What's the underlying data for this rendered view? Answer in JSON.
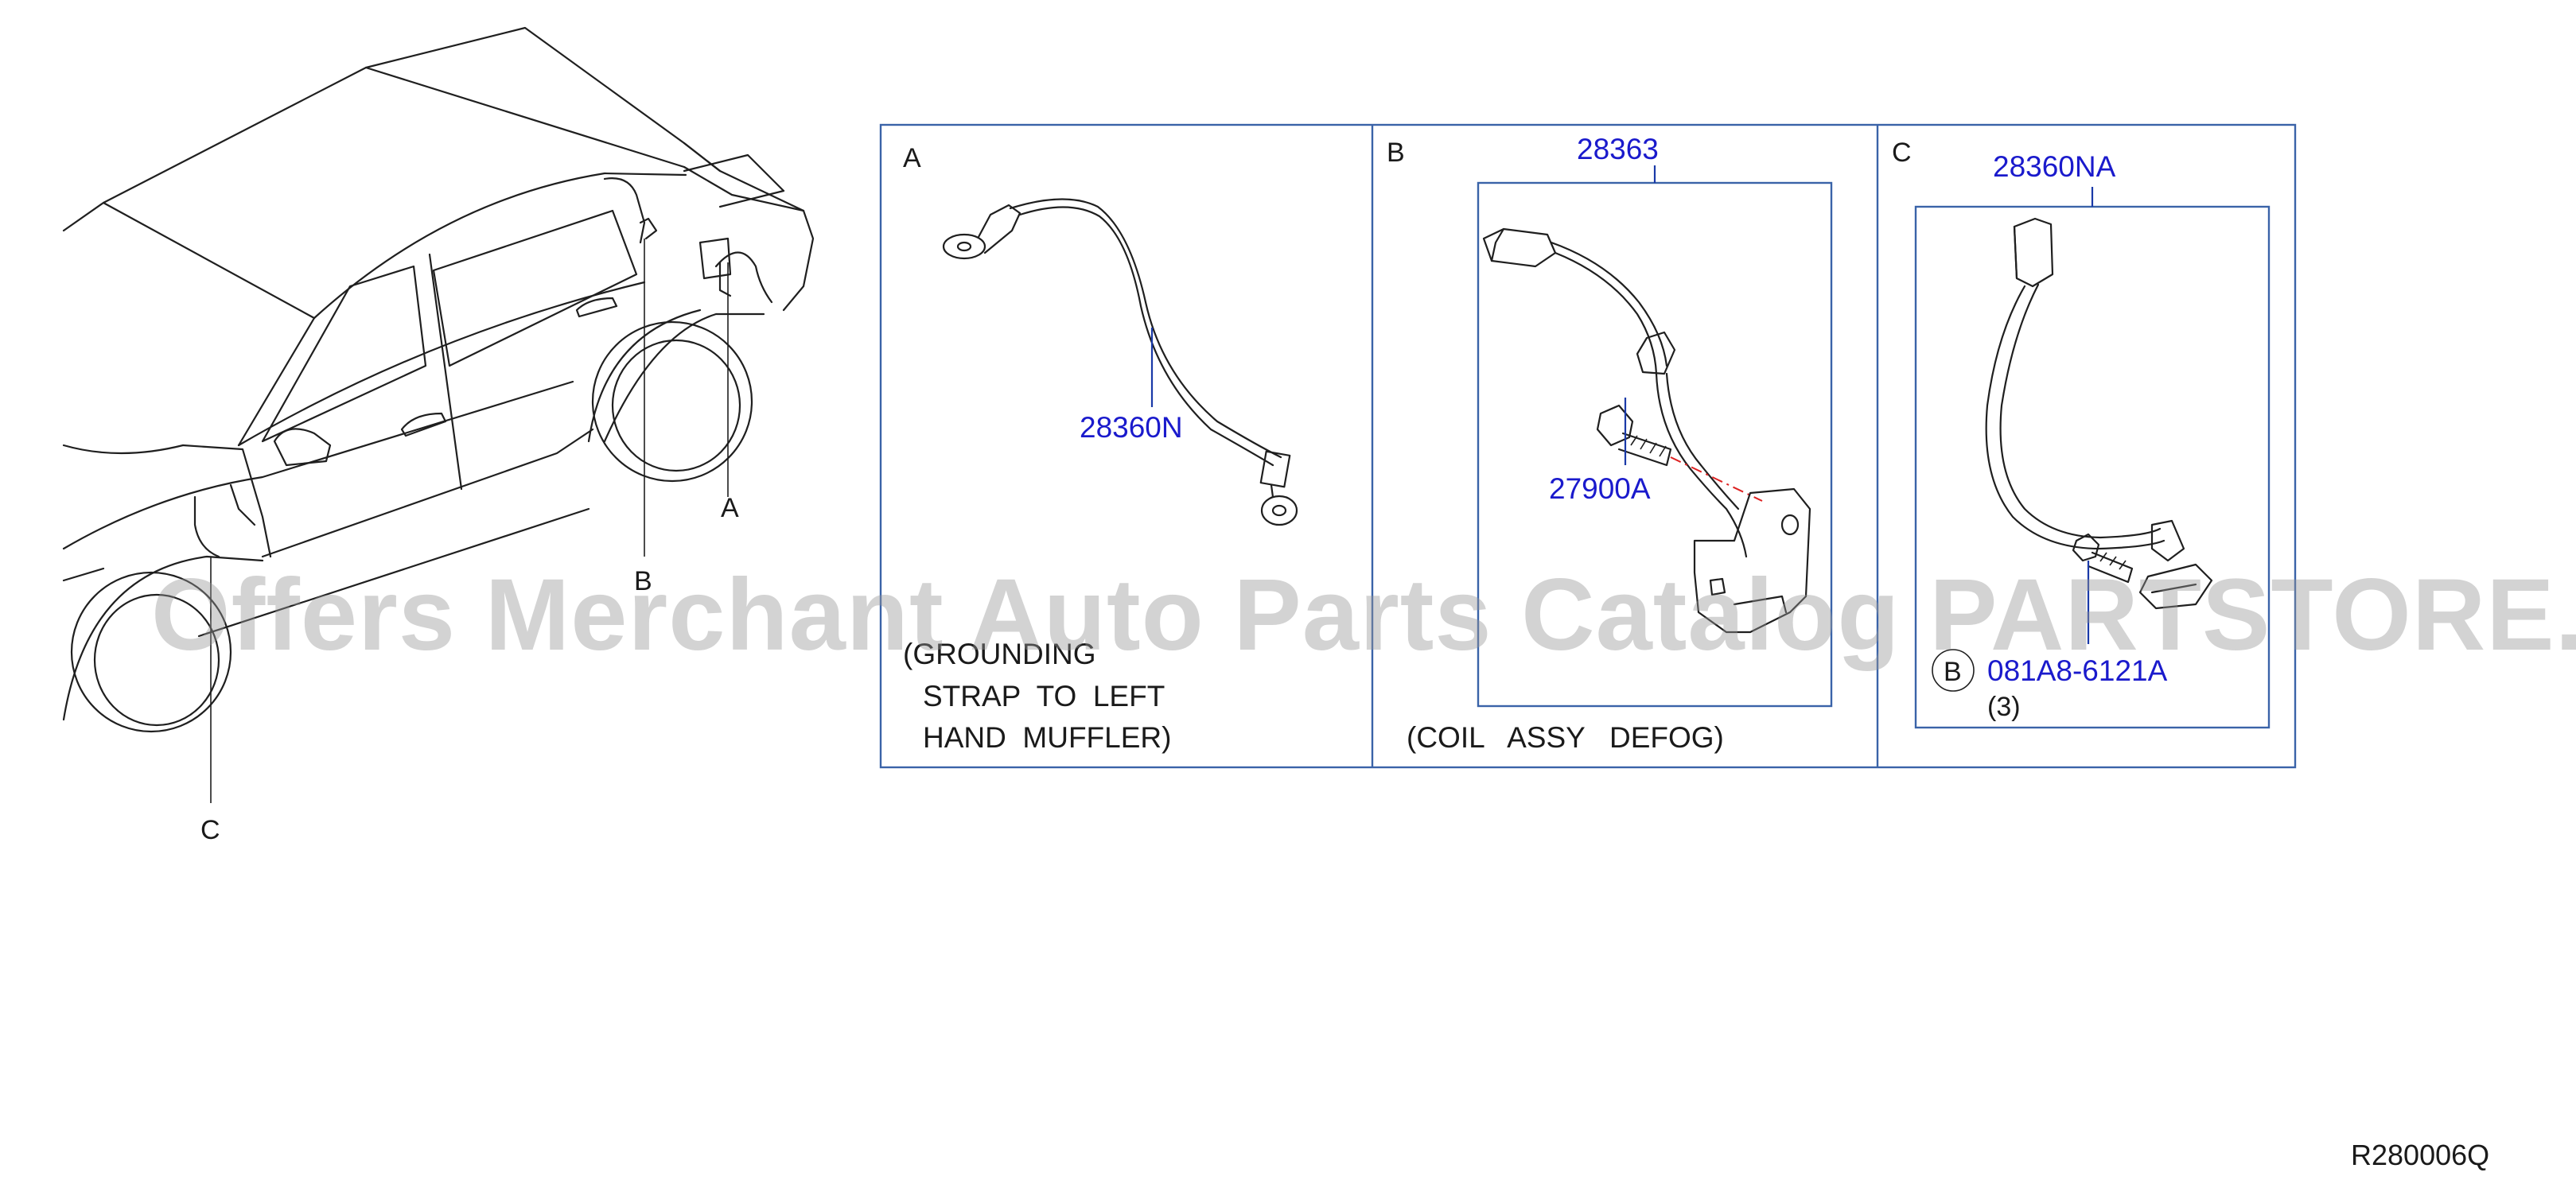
{
  "callouts": {
    "car_a": "A",
    "car_b": "B",
    "car_c": "C",
    "panel_a": "A",
    "panel_b": "B",
    "panel_c": "C"
  },
  "parts": {
    "grounding_strap": "28360N",
    "coil_assy": "28363",
    "bolt": "27900A",
    "harness_c": "28360NA",
    "bolt_c": "081A8-6121A",
    "bolt_c_qty": "(3)",
    "bolt_c_marker": "B"
  },
  "notes": {
    "a_line1": "(GROUNDING",
    "a_line2": "STRAP  TO  LEFT",
    "a_line3": "HAND  MUFFLER)",
    "b": "(COIL   ASSY   DEFOG)"
  },
  "watermark": "Offers Merchant Auto Parts Catalog PARTSTORE.SA",
  "diagram_code": "R280006Q",
  "colors": {
    "line": "#1f1f1f",
    "part_number": "#1a1acc",
    "frame": "#3a63a8",
    "watermark": "#969696"
  }
}
